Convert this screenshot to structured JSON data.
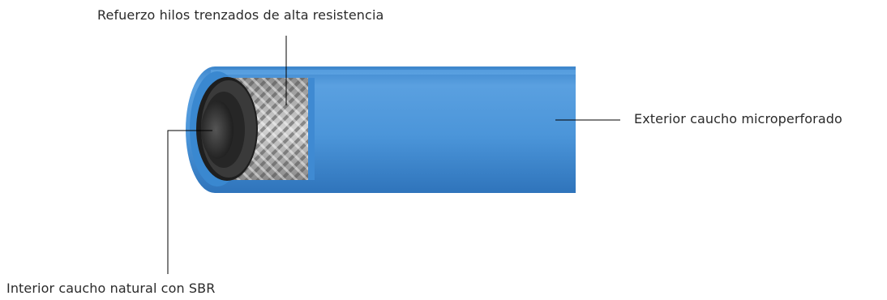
{
  "labels": {
    "reinforcement": "Refuerzo hilos trenzados de alta resistencia",
    "exterior": "Exterior caucho microperforado",
    "interior": "Interior caucho natural con SBR"
  },
  "colors": {
    "hose_outer": "#4a94d8",
    "hose_dark": "#2f78c1",
    "hose_light": "#6eaee6",
    "inner_tube": "#2a2a2a",
    "braid": "#b8b8b8",
    "leader_line": "#000000",
    "text": "#2a2a2a"
  }
}
